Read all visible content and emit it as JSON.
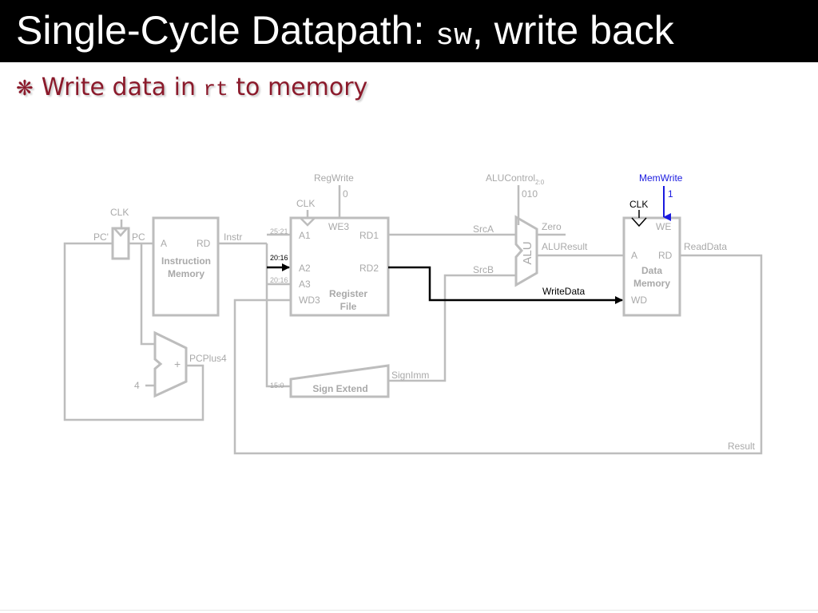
{
  "slide": {
    "title_prefix": "Single-Cycle Datapath: ",
    "title_code": "sw",
    "title_suffix": ", write back",
    "bullet_symbol": "❋",
    "bullet_prefix": "Write data in ",
    "bullet_code": "rt",
    "bullet_suffix": " to memory"
  },
  "diagram": {
    "colors": {
      "inactive": "#bdbdbd",
      "active": "#000000",
      "control": "#1a1adf",
      "bullet": "#8b1a2b"
    },
    "blocks": {
      "instruction_memory": {
        "title": "Instruction",
        "title2": "Memory",
        "port_a": "A",
        "port_rd": "RD"
      },
      "register_file": {
        "title": "Register",
        "title2": "File",
        "a1": "A1",
        "a2": "A2",
        "a3": "A3",
        "wd3": "WD3",
        "we3": "WE3",
        "rd1": "RD1",
        "rd2": "RD2"
      },
      "data_memory": {
        "title": "Data",
        "title2": "Memory",
        "port_a": "A",
        "port_rd": "RD",
        "port_wd": "WD",
        "we": "WE"
      },
      "alu": {
        "label": "ALU"
      },
      "adder": {
        "symbol": "+"
      },
      "sign_extend": {
        "label": "Sign Extend"
      }
    },
    "signals": {
      "clk": "CLK",
      "pc_next": "PC'",
      "pc": "PC",
      "instr": "Instr",
      "regwrite": "RegWrite",
      "regwrite_value": "0",
      "alucontrol": "ALUControl",
      "alucontrol_sub": "2:0",
      "alucontrol_value": "010",
      "memwrite": "MemWrite",
      "memwrite_value": "1",
      "srca": "SrcA",
      "srcb": "SrcB",
      "zero": "Zero",
      "aluresult": "ALUResult",
      "readdata": "ReadData",
      "writedata": "WriteData",
      "signimm": "SignImm",
      "pcplus4": "PCPlus4",
      "four": "4",
      "result": "Result",
      "bits_25_21": "25:21",
      "bits_20_16_a": "20:16",
      "bits_20_16_b": "20:16",
      "bits_15_0": "15:0"
    }
  }
}
